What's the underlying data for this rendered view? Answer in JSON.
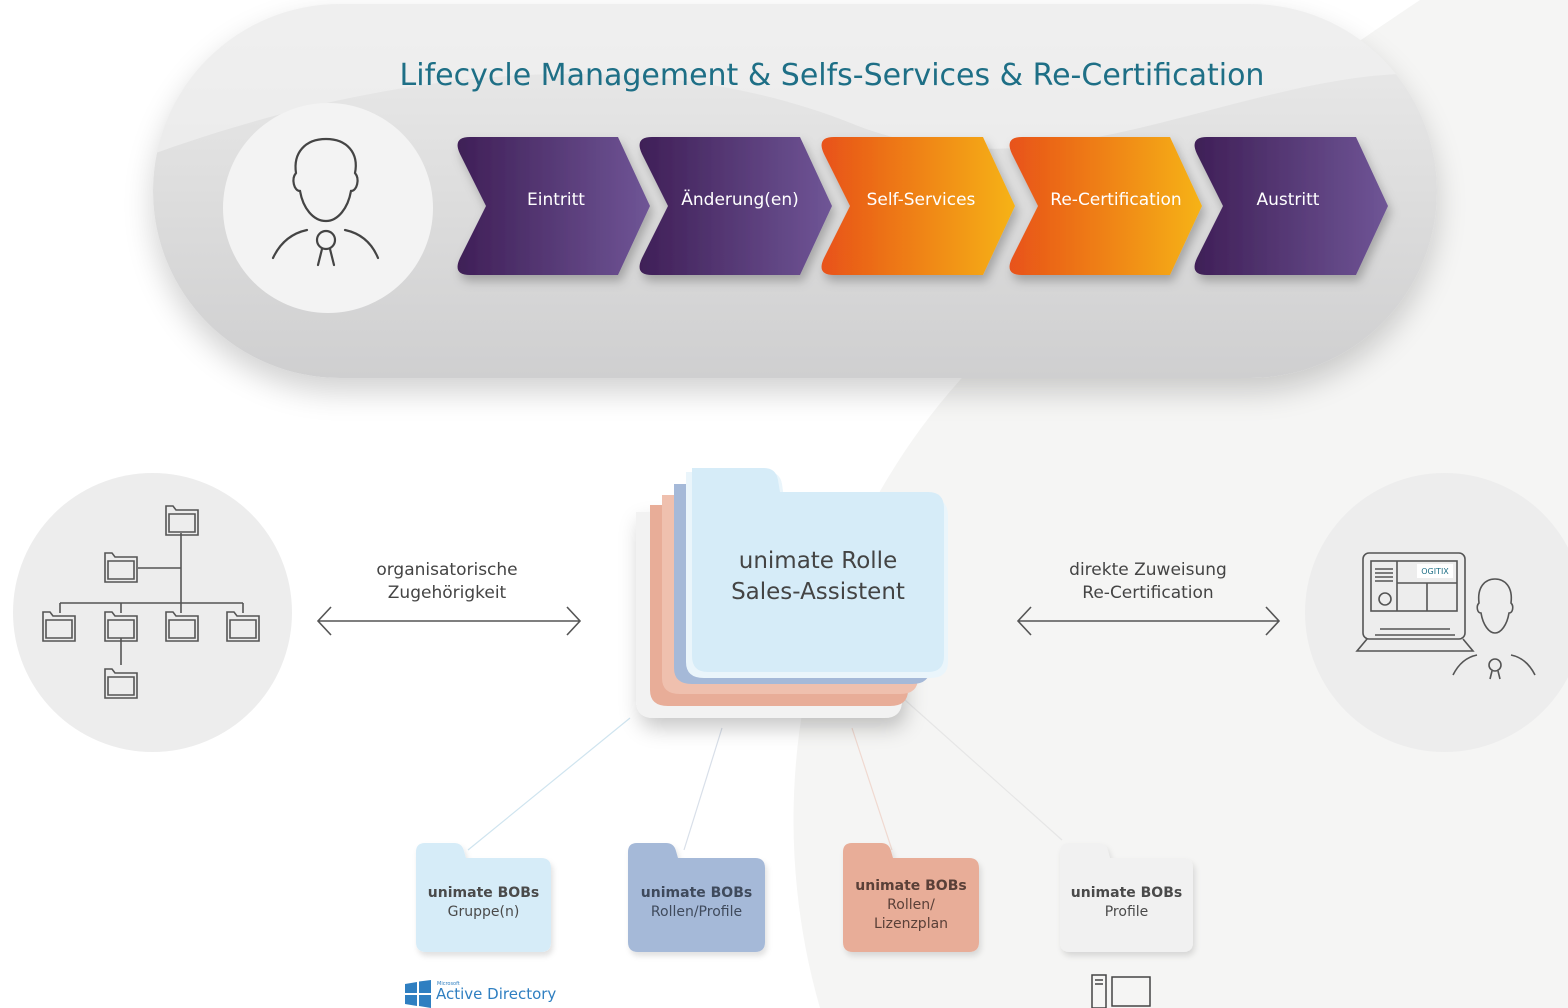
{
  "banner": {
    "title": "Lifecycle Management & Selfs-Services & Re-Certification",
    "steps": [
      {
        "label": "Eintritt",
        "style": "purple"
      },
      {
        "label": "Änderung(en)",
        "style": "purple"
      },
      {
        "label": "Self-Services",
        "style": "orange"
      },
      {
        "label": "Re-Certification",
        "style": "orange"
      },
      {
        "label": "Austritt",
        "style": "purple"
      }
    ]
  },
  "colors": {
    "title": "#1e6f86",
    "purple_dark": "#3f1f57",
    "purple_light": "#6f5596",
    "orange_dark": "#e8521a",
    "orange_light": "#f6b314",
    "folder_blue": "#d6ecf8",
    "folder_steel": "#a5b9d8",
    "folder_salmon": "#e8ad98",
    "folder_grey": "#f1f1f1"
  },
  "relations": {
    "left": [
      "organisatorische",
      "Zugehörigkeit"
    ],
    "right": [
      "direkte Zuweisung",
      "Re-Certification"
    ]
  },
  "role": {
    "line1": "unimate Rolle",
    "line2": "Sales-Assistent"
  },
  "bobs": [
    {
      "title": "unimate BOBs",
      "lines": [
        "Gruppe(n)"
      ]
    },
    {
      "title": "unimate BOBs",
      "lines": [
        "Rollen/Profile"
      ]
    },
    {
      "title": "unimate BOBs",
      "lines": [
        "Rollen/",
        "Lizenzplan"
      ]
    },
    {
      "title": "unimate BOBs",
      "lines": [
        "Profile"
      ]
    }
  ],
  "logos": {
    "active_directory_small": "Microsoft",
    "active_directory": "Active Directory",
    "ogitix": "OGITIX"
  },
  "icons": [
    "person-icon",
    "org-chart-icon",
    "computer-user-icon",
    "windows-logo-icon",
    "server-icon"
  ]
}
